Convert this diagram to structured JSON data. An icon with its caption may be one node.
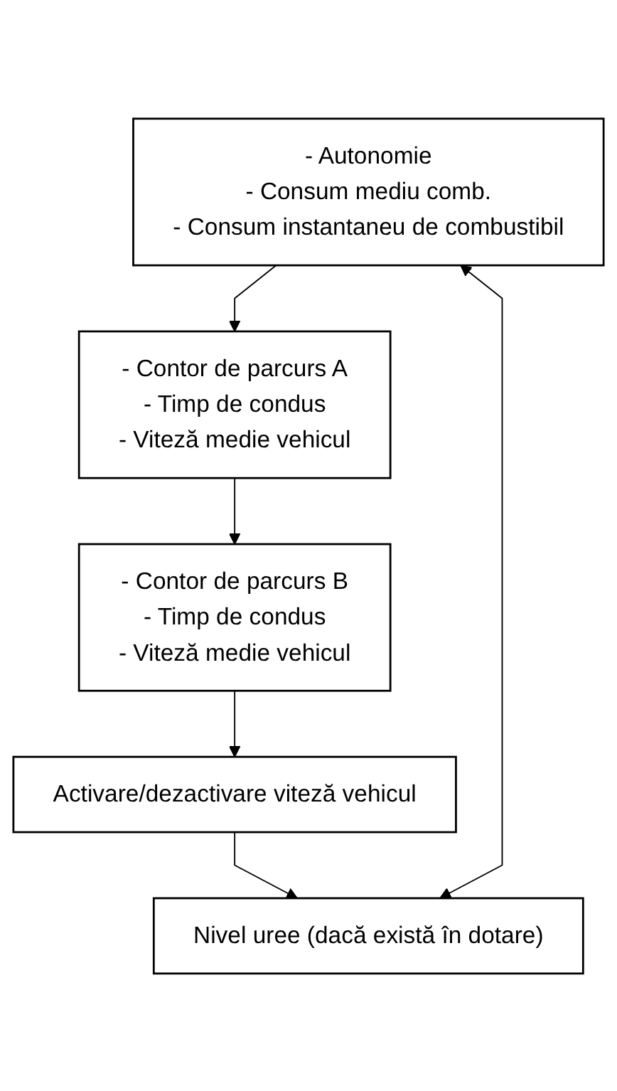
{
  "diagram": {
    "nodes": [
      {
        "text": [
          "- Autonomie",
          "- Consum mediu comb.",
          "- Consum instantaneu de combustibil"
        ]
      },
      {
        "text": [
          "- Contor de parcurs A",
          "- Timp de condus",
          "- Viteză medie vehicul"
        ]
      },
      {
        "text": [
          "- Contor de parcurs B",
          "- Timp de condus",
          "- Viteză medie vehicul"
        ]
      },
      {
        "text": [
          "Activare/dezactivare viteză vehicul"
        ]
      },
      {
        "text": [
          "Nivel uree (dacă există în dotare)"
        ]
      }
    ],
    "edges": [
      {
        "from": 0,
        "to": 1,
        "arrow": "to"
      },
      {
        "from": 1,
        "to": 2,
        "arrow": "to"
      },
      {
        "from": 2,
        "to": 3,
        "arrow": "to"
      },
      {
        "from": 3,
        "to": 4,
        "arrow": "to"
      },
      {
        "from": 4,
        "to": 0,
        "arrow": "both"
      }
    ]
  }
}
